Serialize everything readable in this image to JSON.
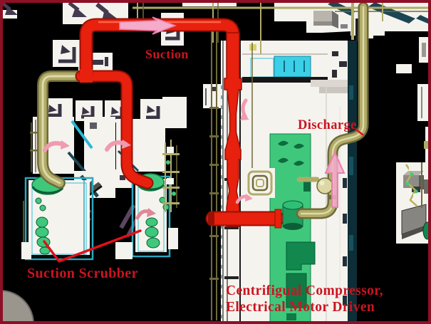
{
  "annotations": {
    "suction": {
      "label": "Suction"
    },
    "discharge": {
      "label": "Discharge"
    },
    "suction_scrubber": {
      "label": "Suction Scrubber"
    },
    "compressor": {
      "line1": "Centrifigual Compressor,",
      "line2": "Electrical Motor Driven"
    }
  },
  "colors": {
    "border": "#8d1026",
    "background": "#000000",
    "label_text": "#cb1420",
    "pipe_red": "#e8200e",
    "pipe_red_dark": "#9a1004",
    "pipe_khaki": "#b0ab68",
    "khaki_dark": "#6f6a3a",
    "khaki_light": "#ddd9a8",
    "equip_green": "#3fc87c",
    "green_dark": "#11824a",
    "green_deep": "#0c5e36",
    "cooler_cyan": "#3bd0e8",
    "structure_white": "#f5f3ee",
    "gray_shadow": "#b9b5ad",
    "detail_dark": "#3a3444",
    "brace_purple": "#5c4560",
    "beam_teal": "#1c4653",
    "arrow_pink": "#f5accb",
    "pink_deep": "#e87fb1",
    "gray_block": "#8e8c88"
  }
}
